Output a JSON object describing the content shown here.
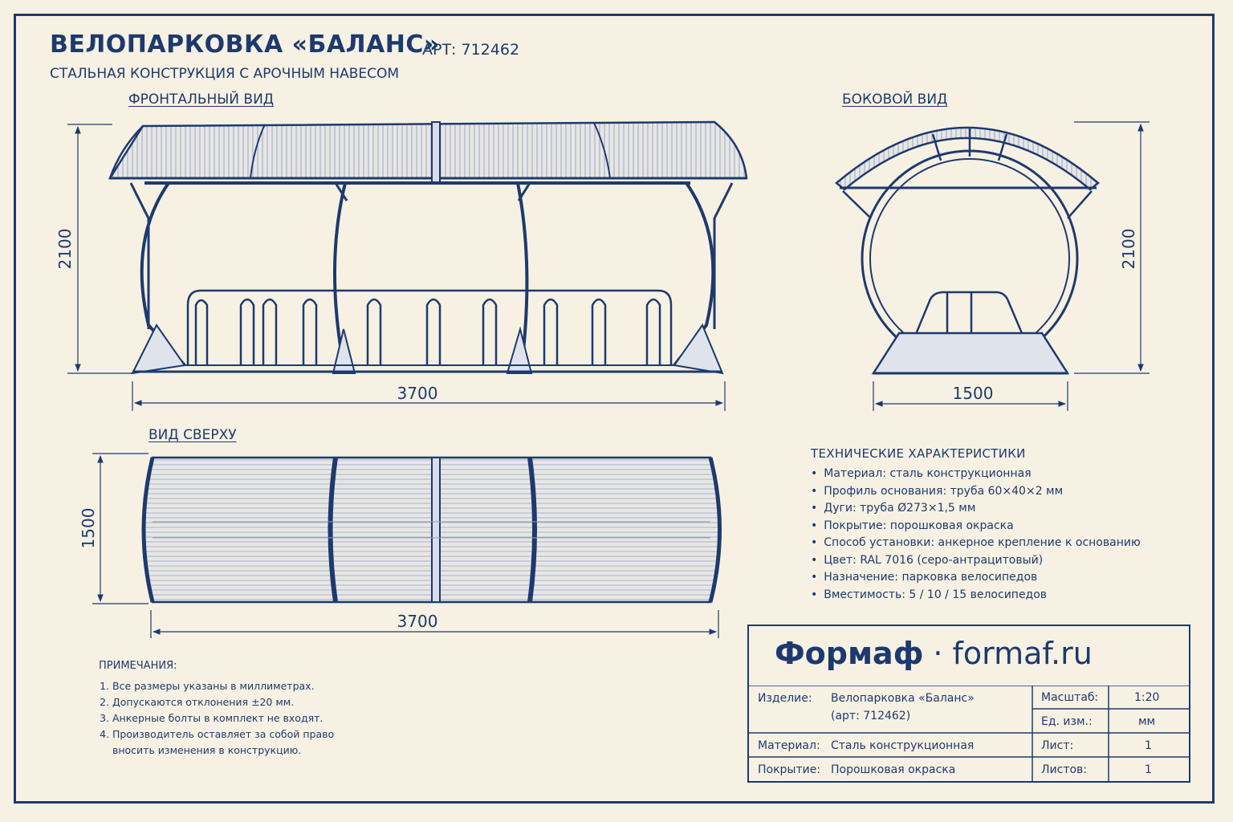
{
  "header": {
    "title": "ВЕЛОПАРКОВКА «БАЛАНС»",
    "article": "АРТ: 712462",
    "subtitle": "СТАЛЬНАЯ КОНСТРУКЦИЯ С АРОЧНЫМ НАВЕСОМ"
  },
  "views": {
    "front": {
      "label": "ФРОНТАЛЬНЫЙ ВИД",
      "height_dim": "2100",
      "width_dim": "3700"
    },
    "side": {
      "label": "БОКОВОЙ ВИД",
      "height_dim": "2100",
      "width_dim": "1500"
    },
    "top": {
      "label": "ВИД СВЕРХУ",
      "height_dim": "1500",
      "width_dim": "3700"
    }
  },
  "specs": {
    "heading": "ТЕХНИЧЕСКИЕ ХАРАКТЕРИСТИКИ",
    "items": [
      "Материал: сталь конструкционная",
      "Профиль основания: труба 60×40×2 мм",
      "Дуги: труба Ø273×1,5 мм",
      "Покрытие: порошковая окраска",
      "Способ установки: анкерное крепление к основанию",
      "Цвет: RAL 7016 (серо-антрацитовый)",
      "Назначение: парковка велосипедов",
      "Вместимость: 5 / 10 / 15 велосипедов"
    ]
  },
  "notes": {
    "heading": "ПРИМЕЧАНИЯ:",
    "items": [
      "Все размеры указаны в миллиметрах.",
      "Допускаются отклонения ±20 мм.",
      "Анкерные болты в комплект не входят.",
      "Производитель оставляет за собой право вносить изменения в конструкцию."
    ]
  },
  "title_block": {
    "brand_name": "Формаф",
    "brand_separator": "·",
    "brand_site": "formaf.ru",
    "product_label": "Изделие:",
    "product_value_line1": "Велопарковка «Баланс»",
    "product_value_line2": "(арт: 712462)",
    "material_label": "Материал:",
    "material_value": "Сталь конструкционная",
    "coating_label": "Покрытие:",
    "coating_value": "Порошковая окраска",
    "scale_label": "Масштаб:",
    "scale_value": "1:20",
    "unit_label": "Ед. изм.:",
    "unit_value": "мм",
    "sheet_label": "Лист:",
    "sheet_value": "1",
    "sheets_label": "Листов:",
    "sheets_value": "1"
  },
  "colors": {
    "ink": "#1d3a6e",
    "paper": "#f7f1e3"
  }
}
